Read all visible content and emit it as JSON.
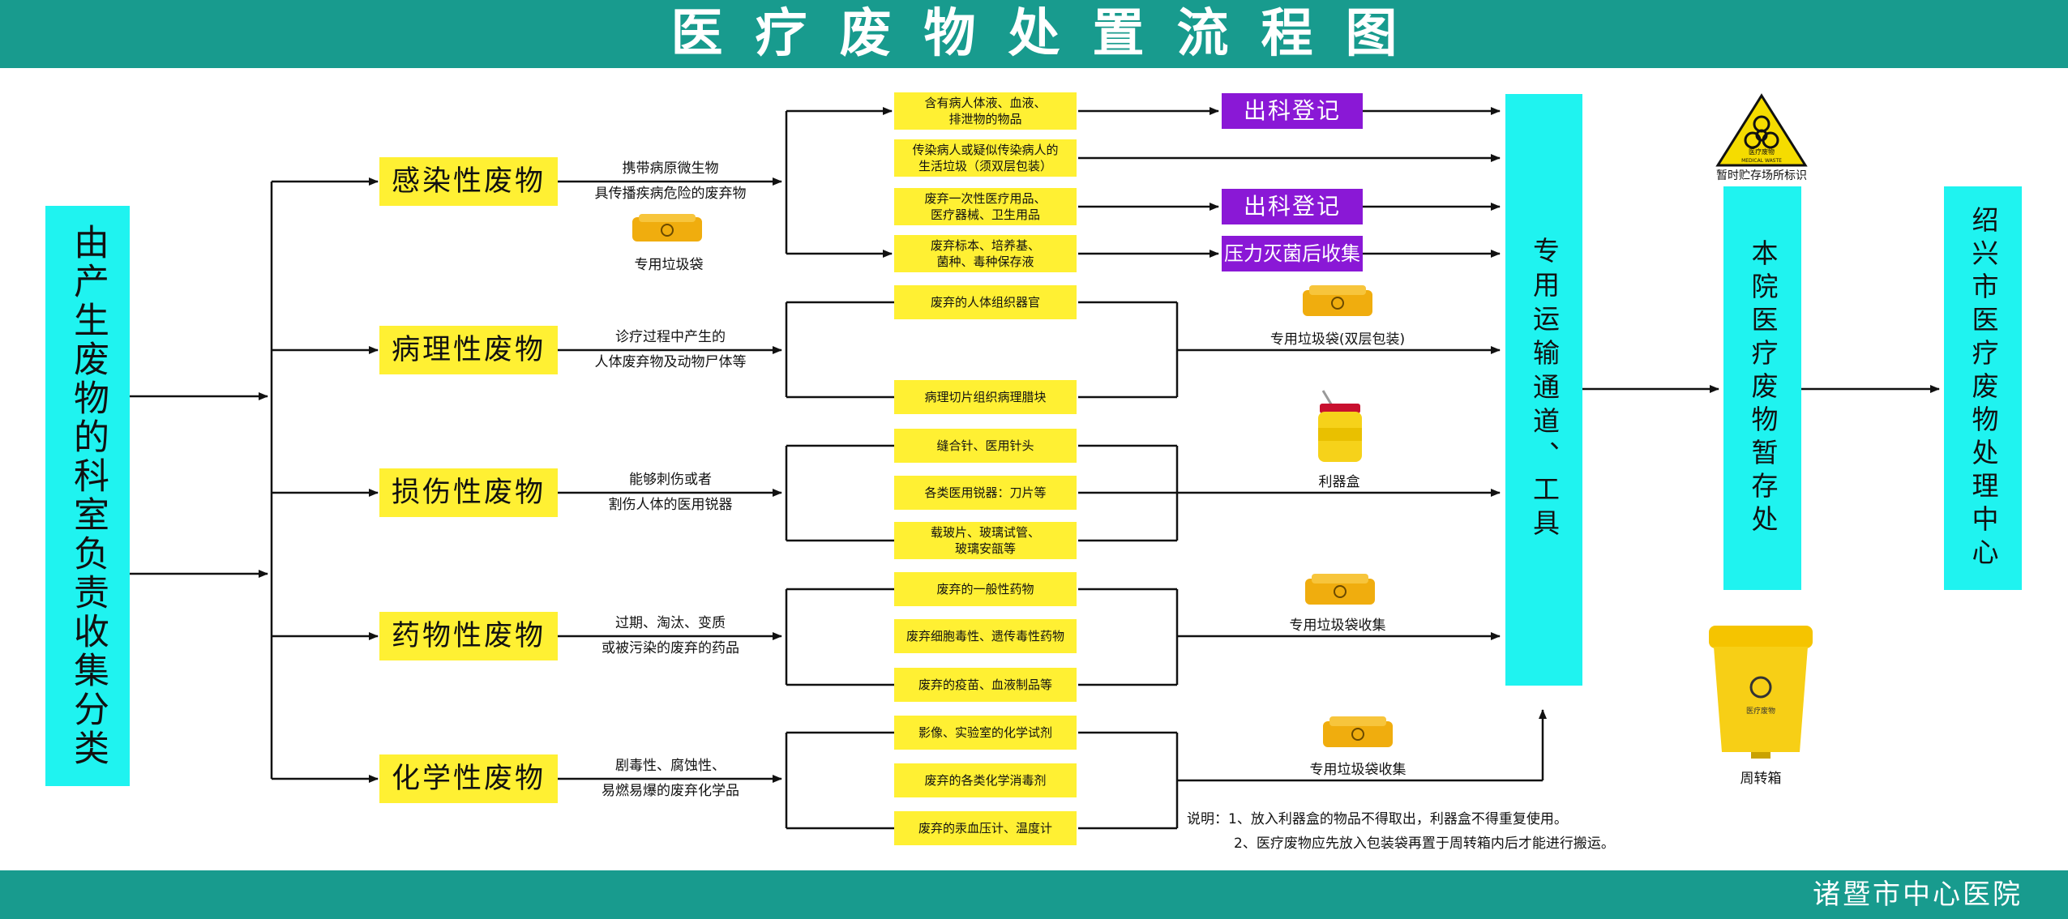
{
  "header": {
    "title": "医疗废物处置流程图"
  },
  "footer": {
    "hospital": "诸暨市中心医院"
  },
  "source_box": "由产生废物的科室负责收集分类",
  "categories": [
    {
      "name": "感染性废物",
      "desc": "携带病原微生物\n具传播疾病危险的废弃物",
      "bag_label": "专用垃圾袋",
      "items": [
        "含有病人体液、血液、\n排泄物的物品",
        "传染病人或疑似传染病人的\n生活垃圾（须双层包装）",
        "废弃一次性医疗用品、\n医疗器械、卫生用品",
        "废弃标本、培养基、\n菌种、毒种保存液"
      ],
      "registrations": [
        "出科登记",
        "出科登记",
        "压力灭菌后收集"
      ]
    },
    {
      "name": "病理性废物",
      "desc": "诊疗过程中产生的\n人体废弃物及动物尸体等",
      "items": [
        "废弃的人体组织器官",
        "病理切片组织病理腊块"
      ],
      "container_label": "专用垃圾袋(双层包装)"
    },
    {
      "name": "损伤性废物",
      "desc": "能够刺伤或者\n割伤人体的医用锐器",
      "items": [
        "缝合针、医用针头",
        "各类医用锐器：刀片等",
        "载玻片、玻璃试管、\n玻璃安瓿等"
      ],
      "container_label": "利器盒"
    },
    {
      "name": "药物性废物",
      "desc": "过期、淘汰、变质\n或被污染的废弃的药品",
      "items": [
        "废弃的一般性药物",
        "废弃细胞毒性、遗传毒性药物",
        "废弃的疫苗、血液制品等"
      ],
      "container_label": "专用垃圾袋收集"
    },
    {
      "name": "化学性废物",
      "desc": "剧毒性、腐蚀性、\n易燃易爆的废弃化学品",
      "items": [
        "影像、实验室的化学试剂",
        "废弃的各类化学消毒剂",
        "废弃的汞血压计、温度计"
      ],
      "container_label": "专用垃圾袋收集"
    }
  ],
  "transport_box": "专用运输通道、工具",
  "storage_box": "本院医疗废物暂存处",
  "center_box": "绍兴市医疗废物处理中心",
  "storage_sign": {
    "sign_text_top": "医疗废物",
    "sign_text_bottom": "MEDICAL WASTE",
    "label": "暂时贮存场所标识"
  },
  "bin": {
    "label": "周转箱",
    "sign_text": "医疗废物"
  },
  "notes": [
    "说明：1、放入利器盒的物品不得取出，利器盒不得重复使用。",
    "2、医疗废物应先放入包装袋再置于周转箱内后才能进行搬运。"
  ],
  "colors": {
    "teal_band": "#189b8e",
    "cyan_box": "#1ff3f0",
    "yellow_box": "#fff033",
    "purple_box": "#8a18d6"
  }
}
